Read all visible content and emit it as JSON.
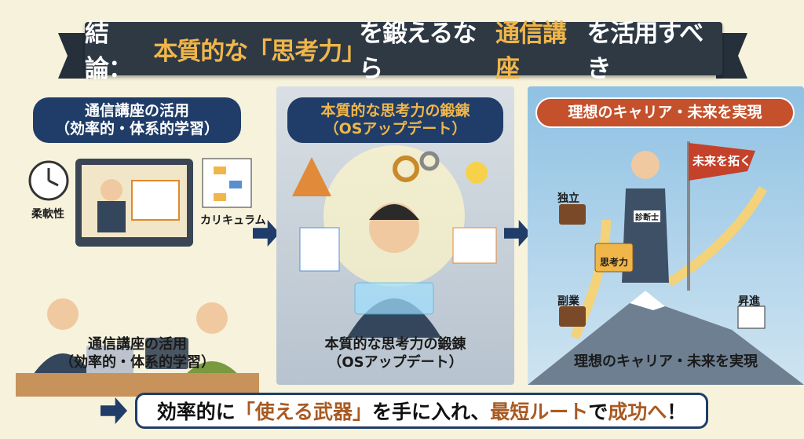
{
  "title": {
    "prefix": "結論：",
    "hl1": "本質的な「思考力」",
    "mid": "を鍛えるなら",
    "hl2": "通信講座",
    "suffix": "を活用すべき"
  },
  "panels": [
    {
      "header": "通信講座の活用\n（効率的・体系的学習）",
      "labels": [
        "柔軟性",
        "カリキュラム"
      ],
      "caption": "通信講座の活用\n（効率的・体系的学習）"
    },
    {
      "header": "本質的な思考力の鍛錬\n（OSアップデート）",
      "caption": "本質的な思考力の鍛錬\n（OSアップデート）"
    },
    {
      "header": "理想のキャリア・未来を実現",
      "labels": [
        "独立",
        "副業",
        "昇進"
      ],
      "flag": "未来を拓く",
      "badge": "診断士",
      "box": "思考力",
      "caption": "理想のキャリア・未来を実現"
    }
  ],
  "bottom": {
    "p1": "効率的に",
    "hl1": "「使える武器」",
    "p2": "を手に入れ、",
    "hl2": "最短ルート",
    "p3": "で",
    "hl3": "成功へ",
    "p4": "！"
  },
  "colors": {
    "navy": "#1f3d68",
    "gold": "#f0b64a",
    "orange": "#c4512c",
    "cream": "#f6f2dc"
  }
}
